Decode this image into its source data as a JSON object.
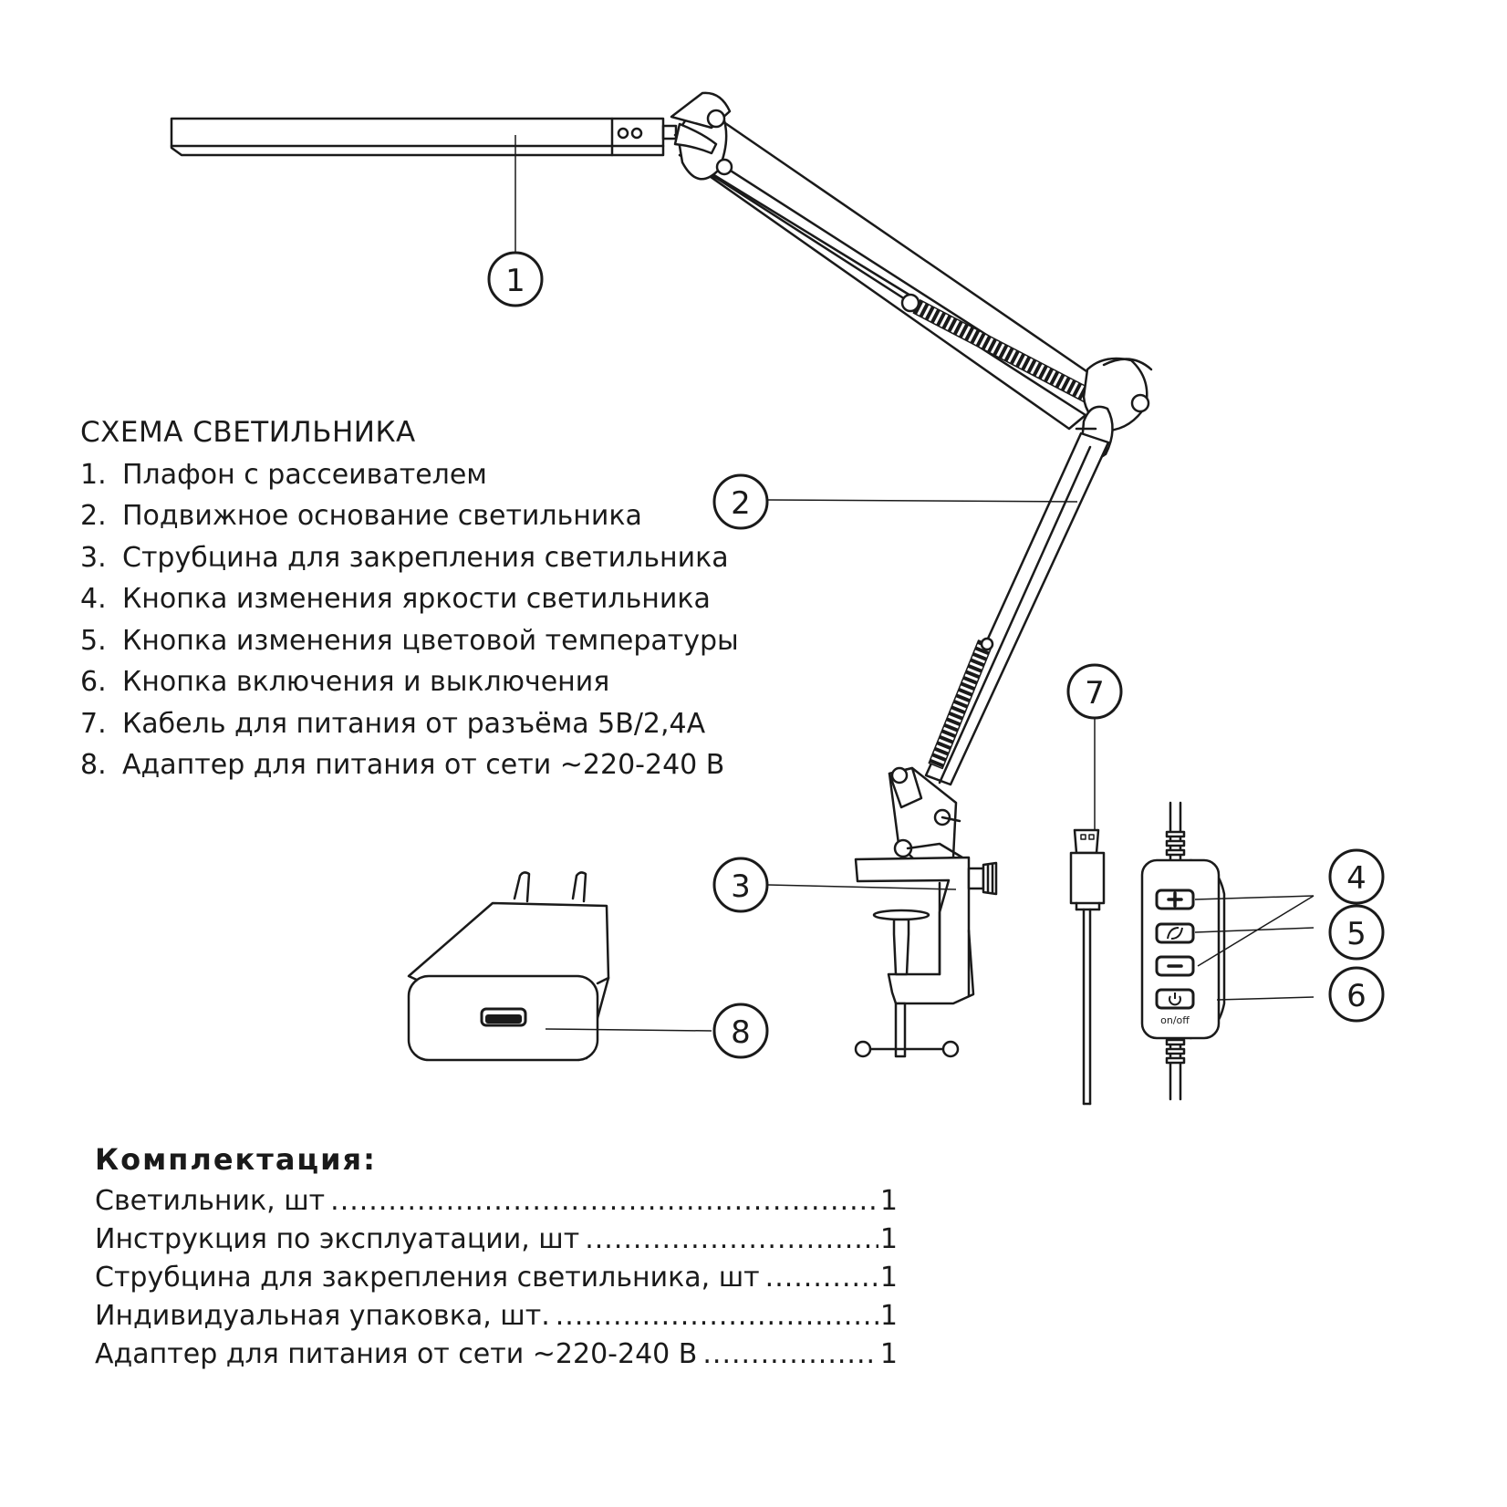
{
  "legend": {
    "title": "СХЕМА СВЕТИЛЬНИКА",
    "items": [
      {
        "num": "1.",
        "text": "Плафон с рассеивателем"
      },
      {
        "num": "2.",
        "text": "Подвижное основание светильника"
      },
      {
        "num": "3.",
        "text": "Струбцина для закрепления светильника"
      },
      {
        "num": "4.",
        "text": "Кнопка изменения яркости светильника"
      },
      {
        "num": "5.",
        "text": "Кнопка изменения цветовой температуры"
      },
      {
        "num": "6.",
        "text": "Кнопка включения и выключения"
      },
      {
        "num": "7.",
        "text": "Кабель для питания от разъёма 5В/2,4А"
      },
      {
        "num": "8.",
        "text": "Адаптер для питания от сети ~220-240 В"
      }
    ]
  },
  "callouts": [
    "1",
    "2",
    "3",
    "4",
    "5",
    "6",
    "7",
    "8"
  ],
  "controller": {
    "onoff_label": "on/off"
  },
  "kit": {
    "title": "Комплектация:",
    "rows": [
      {
        "label": "Светильник, шт",
        "qty": "1"
      },
      {
        "label": "Инструкция по эксплуатации, шт",
        "qty": "1"
      },
      {
        "label": "Струбцина для закрепления светильника, шт",
        "qty": "1"
      },
      {
        "label": "Индивидуальная упаковка, шт.",
        "qty": "1"
      },
      {
        "label": "Адаптер для питания от сети ~220-240 В",
        "qty": "1"
      }
    ]
  }
}
